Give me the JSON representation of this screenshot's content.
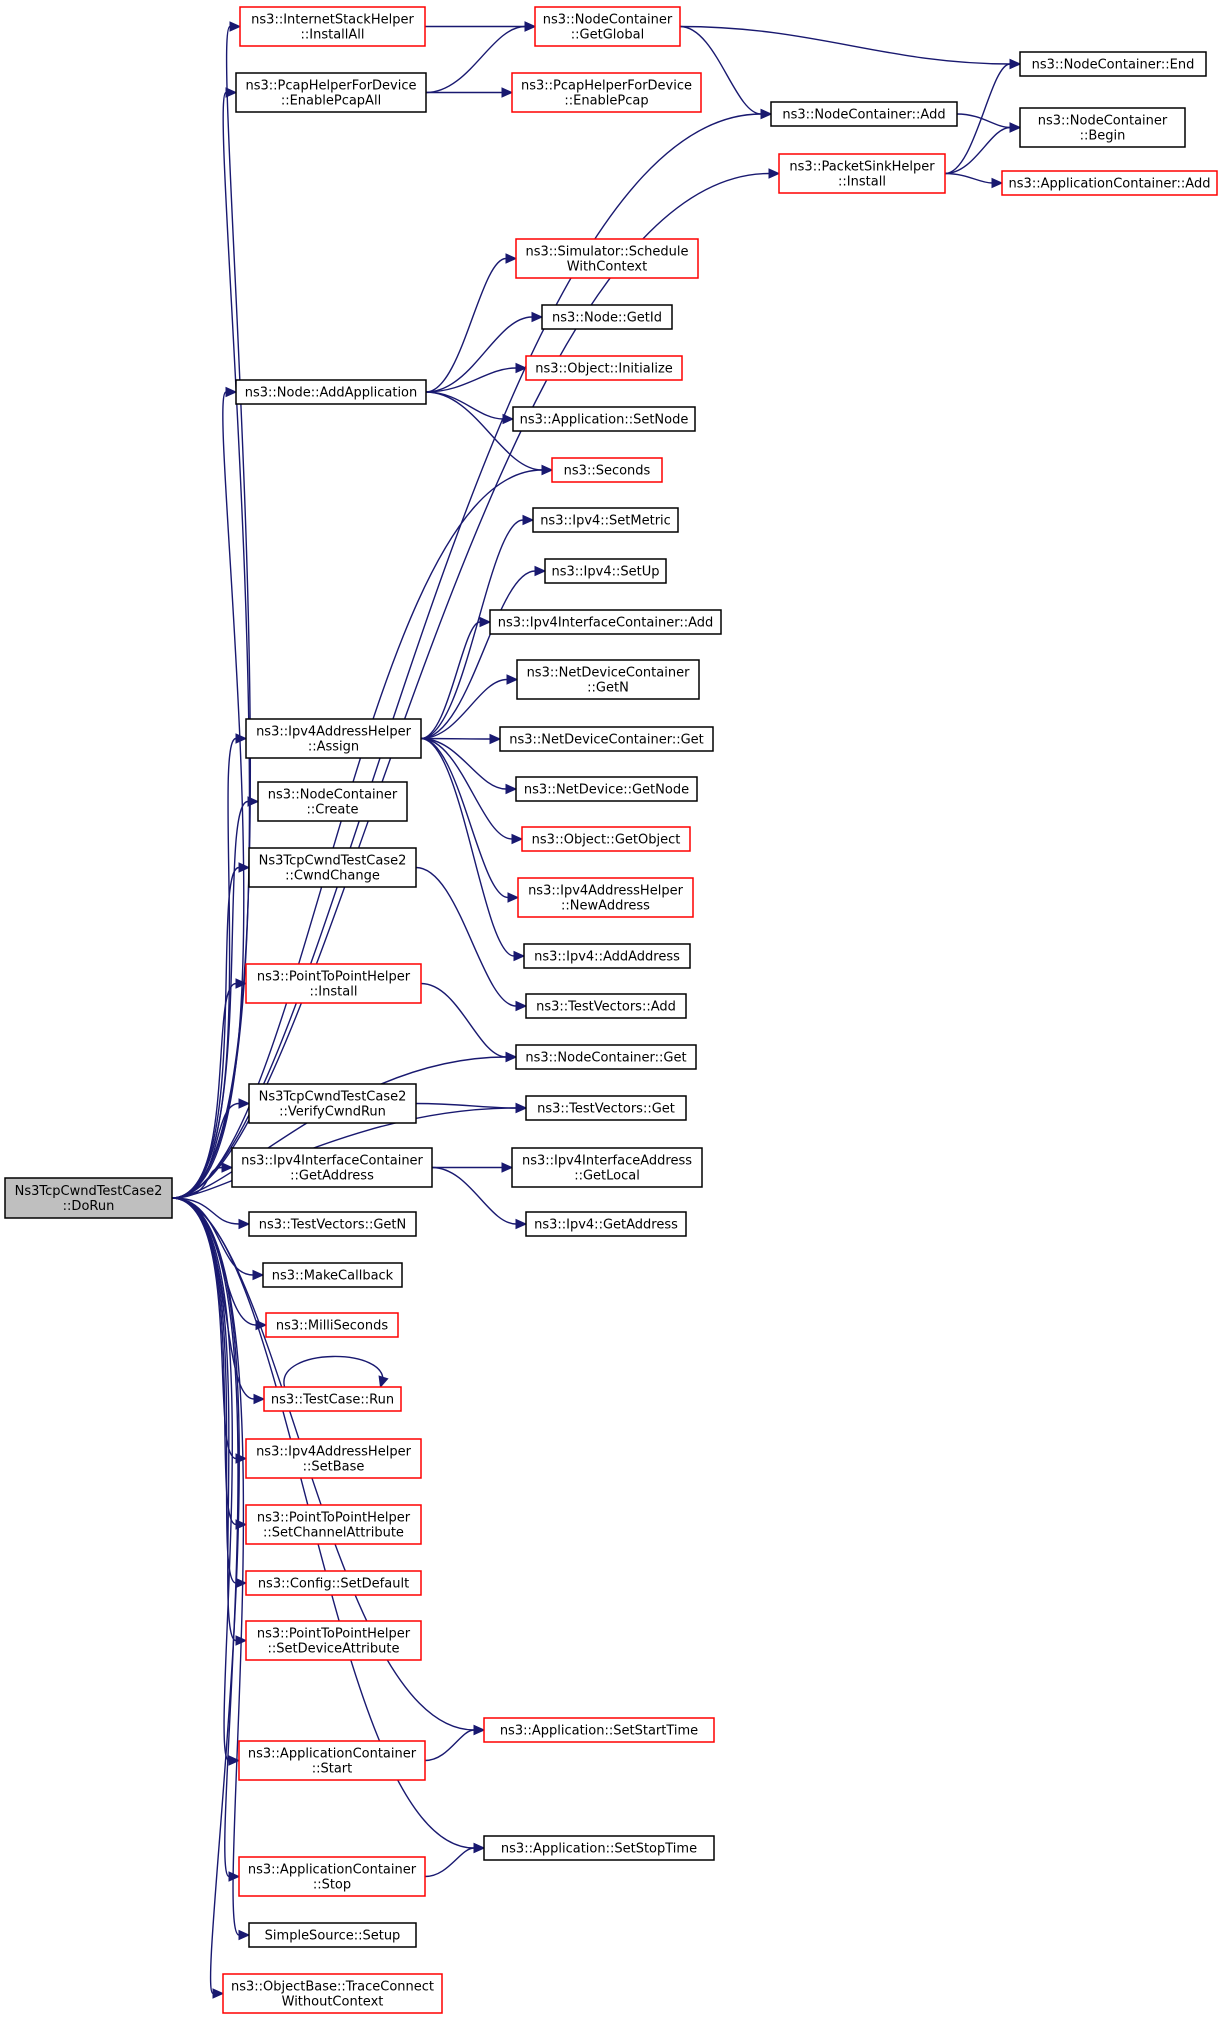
{
  "colors": {
    "edge": "#191970",
    "root_fill": "#bfbfbf",
    "root_border": "#000000",
    "normal_border": "#000000",
    "red_border": "#ff0000",
    "node_fill": "#ffffff"
  },
  "nodes": [
    {
      "id": "root",
      "kind": "root",
      "lines": [
        "Ns3TcpCwndTestCase2",
        "::DoRun"
      ]
    },
    {
      "id": "ish_installall",
      "kind": "red",
      "lines": [
        "ns3::InternetStackHelper",
        "::InstallAll"
      ]
    },
    {
      "id": "pcap_all",
      "kind": "normal",
      "lines": [
        "ns3::PcapHelperForDevice",
        "::EnablePcapAll"
      ]
    },
    {
      "id": "pcap",
      "kind": "red",
      "lines": [
        "ns3::PcapHelperForDevice",
        "::EnablePcap"
      ]
    },
    {
      "id": "nc_getglobal",
      "kind": "red",
      "lines": [
        "ns3::NodeContainer",
        "::GetGlobal"
      ]
    },
    {
      "id": "nc_end",
      "kind": "normal",
      "lines": [
        "ns3::NodeContainer::End"
      ]
    },
    {
      "id": "nc_add",
      "kind": "normal",
      "lines": [
        "ns3::NodeContainer::Add"
      ]
    },
    {
      "id": "nc_begin",
      "kind": "normal",
      "lines": [
        "ns3::NodeContainer",
        "::Begin"
      ]
    },
    {
      "id": "psh_install",
      "kind": "red",
      "lines": [
        "ns3::PacketSinkHelper",
        "::Install"
      ]
    },
    {
      "id": "appc_add",
      "kind": "red",
      "lines": [
        "ns3::ApplicationContainer::Add"
      ]
    },
    {
      "id": "sim_schedule",
      "kind": "red",
      "lines": [
        "ns3::Simulator::Schedule",
        "WithContext"
      ]
    },
    {
      "id": "node_getid",
      "kind": "normal",
      "lines": [
        "ns3::Node::GetId"
      ]
    },
    {
      "id": "node_addapp",
      "kind": "normal",
      "lines": [
        "ns3::Node::AddApplication"
      ]
    },
    {
      "id": "obj_init",
      "kind": "red",
      "lines": [
        "ns3::Object::Initialize"
      ]
    },
    {
      "id": "app_setnode",
      "kind": "normal",
      "lines": [
        "ns3::Application::SetNode"
      ]
    },
    {
      "id": "seconds",
      "kind": "red",
      "lines": [
        "ns3::Seconds"
      ]
    },
    {
      "id": "ipv4_setmetric",
      "kind": "normal",
      "lines": [
        "ns3::Ipv4::SetMetric"
      ]
    },
    {
      "id": "ipv4_setup",
      "kind": "normal",
      "lines": [
        "ns3::Ipv4::SetUp"
      ]
    },
    {
      "id": "ipv4ic_add",
      "kind": "normal",
      "lines": [
        "ns3::Ipv4InterfaceContainer::Add"
      ]
    },
    {
      "id": "ndc_getn",
      "kind": "normal",
      "lines": [
        "ns3::NetDeviceContainer",
        "::GetN"
      ]
    },
    {
      "id": "ipv4ah_assign",
      "kind": "normal",
      "lines": [
        "ns3::Ipv4AddressHelper",
        "::Assign"
      ]
    },
    {
      "id": "ndc_get",
      "kind": "normal",
      "lines": [
        "ns3::NetDeviceContainer::Get"
      ]
    },
    {
      "id": "nc_create",
      "kind": "normal",
      "lines": [
        "ns3::NodeContainer",
        "::Create"
      ]
    },
    {
      "id": "nd_getnode",
      "kind": "normal",
      "lines": [
        "ns3::NetDevice::GetNode"
      ]
    },
    {
      "id": "obj_getobject",
      "kind": "red",
      "lines": [
        "ns3::Object::GetObject"
      ]
    },
    {
      "id": "cwnd_change",
      "kind": "normal",
      "lines": [
        "Ns3TcpCwndTestCase2",
        "::CwndChange"
      ]
    },
    {
      "id": "ipv4ah_newaddr",
      "kind": "red",
      "lines": [
        "ns3::Ipv4AddressHelper",
        "::NewAddress"
      ]
    },
    {
      "id": "ipv4_addaddr",
      "kind": "normal",
      "lines": [
        "ns3::Ipv4::AddAddress"
      ]
    },
    {
      "id": "p2p_install",
      "kind": "red",
      "lines": [
        "ns3::PointToPointHelper",
        "::Install"
      ]
    },
    {
      "id": "tv_add",
      "kind": "normal",
      "lines": [
        "ns3::TestVectors::Add"
      ]
    },
    {
      "id": "nc_get",
      "kind": "normal",
      "lines": [
        "ns3::NodeContainer::Get"
      ]
    },
    {
      "id": "verify_cwnd",
      "kind": "normal",
      "lines": [
        "Ns3TcpCwndTestCase2",
        "::VerifyCwndRun"
      ]
    },
    {
      "id": "tv_get",
      "kind": "normal",
      "lines": [
        "ns3::TestVectors::Get"
      ]
    },
    {
      "id": "ipv4ic_getaddr",
      "kind": "normal",
      "lines": [
        "ns3::Ipv4InterfaceContainer",
        "::GetAddress"
      ]
    },
    {
      "id": "ipv4ia_getlocal",
      "kind": "normal",
      "lines": [
        "ns3::Ipv4InterfaceAddress",
        "::GetLocal"
      ]
    },
    {
      "id": "tv_getn",
      "kind": "normal",
      "lines": [
        "ns3::TestVectors::GetN"
      ]
    },
    {
      "id": "ipv4_getaddr",
      "kind": "normal",
      "lines": [
        "ns3::Ipv4::GetAddress"
      ]
    },
    {
      "id": "makecallback",
      "kind": "normal",
      "lines": [
        "ns3::MakeCallback"
      ]
    },
    {
      "id": "milliseconds",
      "kind": "red",
      "lines": [
        "ns3::MilliSeconds"
      ]
    },
    {
      "id": "testcase_run",
      "kind": "red",
      "lines": [
        "ns3::TestCase::Run"
      ]
    },
    {
      "id": "ipv4ah_setbase",
      "kind": "red",
      "lines": [
        "ns3::Ipv4AddressHelper",
        "::SetBase"
      ]
    },
    {
      "id": "p2p_setchan",
      "kind": "red",
      "lines": [
        "ns3::PointToPointHelper",
        "::SetChannelAttribute"
      ]
    },
    {
      "id": "config_setdefault",
      "kind": "red",
      "lines": [
        "ns3::Config::SetDefault"
      ]
    },
    {
      "id": "p2p_setdev",
      "kind": "red",
      "lines": [
        "ns3::PointToPointHelper",
        "::SetDeviceAttribute"
      ]
    },
    {
      "id": "app_setstart",
      "kind": "red",
      "lines": [
        "ns3::Application::SetStartTime"
      ]
    },
    {
      "id": "appc_start",
      "kind": "red",
      "lines": [
        "ns3::ApplicationContainer",
        "::Start"
      ]
    },
    {
      "id": "app_setstop",
      "kind": "normal",
      "lines": [
        "ns3::Application::SetStopTime"
      ]
    },
    {
      "id": "appc_stop",
      "kind": "red",
      "lines": [
        "ns3::ApplicationContainer",
        "::Stop"
      ]
    },
    {
      "id": "simple_setup",
      "kind": "normal",
      "lines": [
        "SimpleSource::Setup"
      ]
    },
    {
      "id": "trace_connect",
      "kind": "red",
      "lines": [
        "ns3::ObjectBase::TraceConnect",
        "WithoutContext"
      ]
    }
  ],
  "edges": [
    [
      "root",
      "ish_installall"
    ],
    [
      "root",
      "pcap_all"
    ],
    [
      "root",
      "nc_add"
    ],
    [
      "root",
      "psh_install"
    ],
    [
      "root",
      "node_addapp"
    ],
    [
      "root",
      "seconds"
    ],
    [
      "root",
      "ipv4ah_assign"
    ],
    [
      "root",
      "nc_create"
    ],
    [
      "root",
      "cwnd_change"
    ],
    [
      "root",
      "p2p_install"
    ],
    [
      "root",
      "nc_get"
    ],
    [
      "root",
      "verify_cwnd"
    ],
    [
      "root",
      "tv_get"
    ],
    [
      "root",
      "ipv4ic_getaddr"
    ],
    [
      "root",
      "tv_getn"
    ],
    [
      "root",
      "makecallback"
    ],
    [
      "root",
      "milliseconds"
    ],
    [
      "root",
      "testcase_run"
    ],
    [
      "root",
      "ipv4ah_setbase"
    ],
    [
      "root",
      "p2p_setchan"
    ],
    [
      "root",
      "config_setdefault"
    ],
    [
      "root",
      "p2p_setdev"
    ],
    [
      "root",
      "app_setstart"
    ],
    [
      "root",
      "appc_start"
    ],
    [
      "root",
      "app_setstop"
    ],
    [
      "root",
      "appc_stop"
    ],
    [
      "root",
      "simple_setup"
    ],
    [
      "root",
      "trace_connect"
    ],
    [
      "ish_installall",
      "nc_getglobal"
    ],
    [
      "pcap_all",
      "nc_getglobal"
    ],
    [
      "pcap_all",
      "pcap"
    ],
    [
      "nc_getglobal",
      "nc_end"
    ],
    [
      "nc_getglobal",
      "nc_add"
    ],
    [
      "nc_add",
      "nc_begin"
    ],
    [
      "psh_install",
      "nc_end"
    ],
    [
      "psh_install",
      "nc_begin"
    ],
    [
      "psh_install",
      "appc_add"
    ],
    [
      "node_addapp",
      "sim_schedule"
    ],
    [
      "node_addapp",
      "node_getid"
    ],
    [
      "node_addapp",
      "obj_init"
    ],
    [
      "node_addapp",
      "app_setnode"
    ],
    [
      "node_addapp",
      "seconds"
    ],
    [
      "ipv4ah_assign",
      "ipv4_setmetric"
    ],
    [
      "ipv4ah_assign",
      "ipv4_setup"
    ],
    [
      "ipv4ah_assign",
      "ipv4ic_add"
    ],
    [
      "ipv4ah_assign",
      "ndc_getn"
    ],
    [
      "ipv4ah_assign",
      "ndc_get"
    ],
    [
      "ipv4ah_assign",
      "nd_getnode"
    ],
    [
      "ipv4ah_assign",
      "obj_getobject"
    ],
    [
      "ipv4ah_assign",
      "ipv4ah_newaddr"
    ],
    [
      "ipv4ah_assign",
      "ipv4_addaddr"
    ],
    [
      "cwnd_change",
      "tv_add"
    ],
    [
      "p2p_install",
      "nc_get"
    ],
    [
      "verify_cwnd",
      "tv_get"
    ],
    [
      "ipv4ic_getaddr",
      "ipv4ia_getlocal"
    ],
    [
      "ipv4ic_getaddr",
      "ipv4_getaddr"
    ],
    [
      "appc_start",
      "app_setstart"
    ],
    [
      "appc_stop",
      "app_setstop"
    ],
    [
      "testcase_run",
      "testcase_run"
    ]
  ]
}
